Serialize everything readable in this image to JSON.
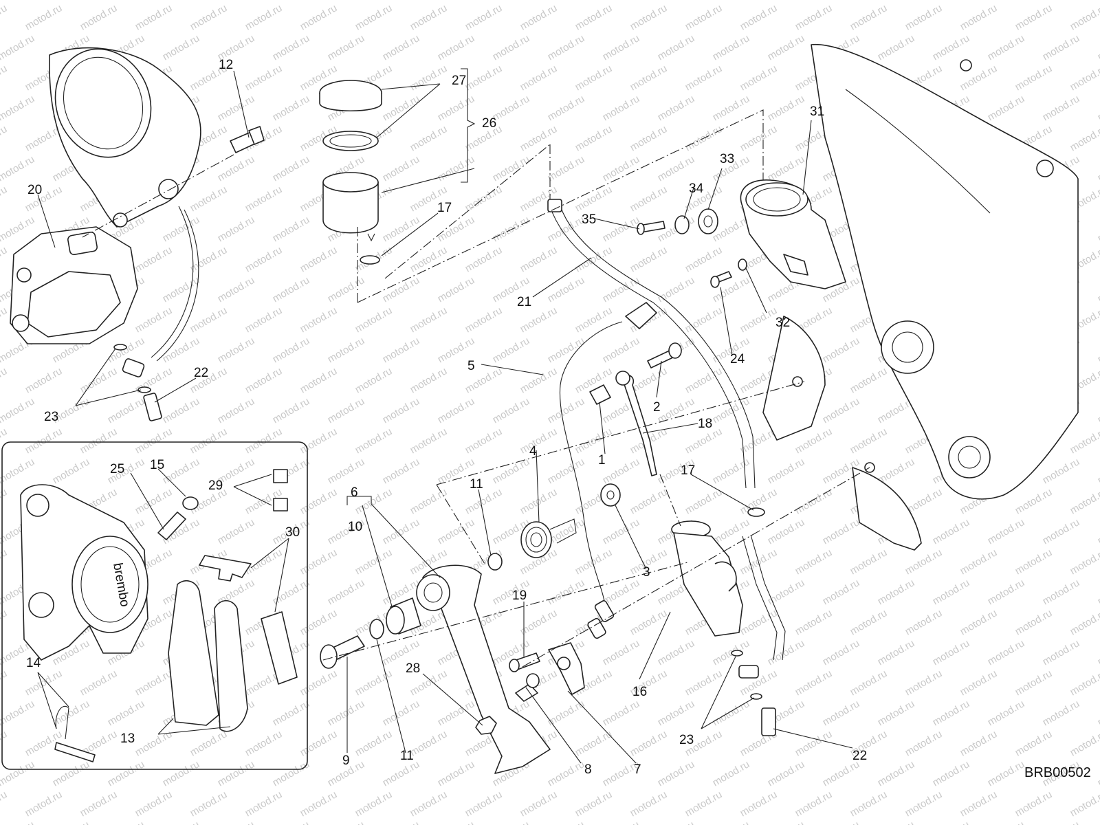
{
  "watermark": "motod.ru",
  "drawing_code": "BRB00502",
  "callouts": {
    "c1": "1",
    "c2": "2",
    "c3": "3",
    "c4": "4",
    "c5": "5",
    "c6": "6",
    "c7": "7",
    "c8": "8",
    "c9": "9",
    "c10": "10",
    "c11a": "11",
    "c11b": "11",
    "c12": "12",
    "c13": "13",
    "c14": "14",
    "c15": "15",
    "c16": "16",
    "c17a": "17",
    "c17b": "17",
    "c18": "18",
    "c19": "19",
    "c20": "20",
    "c21": "21",
    "c22a": "22",
    "c22b": "22",
    "c23a": "23",
    "c23b": "23",
    "c24": "24",
    "c25": "25",
    "c26": "26",
    "c27": "27",
    "c28": "28",
    "c29": "29",
    "c30": "30",
    "c31": "31",
    "c32": "32",
    "c33": "33",
    "c34": "34",
    "c35": "35"
  },
  "caliper_brand_logo": "brembo"
}
